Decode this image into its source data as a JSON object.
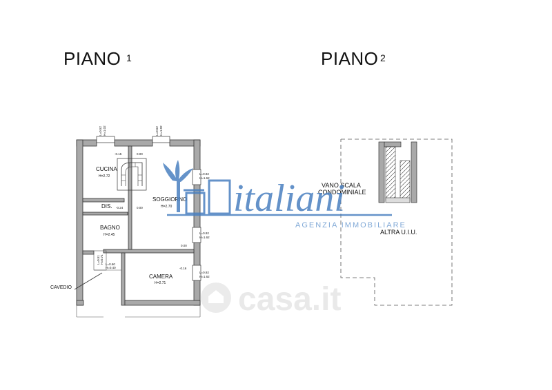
{
  "floor_1": {
    "title": "PIANO",
    "number": "1"
  },
  "floor_2": {
    "title": "PIANO",
    "number": "2"
  },
  "rooms": {
    "cucina": {
      "name": "CUCINA",
      "height": "H=2.72"
    },
    "soggiorno": {
      "name": "SOGGIORNO",
      "height": "H=2.70"
    },
    "dis": {
      "name": "DIS."
    },
    "bagno": {
      "name": "BAGNO",
      "height": "H=2.45"
    },
    "camera": {
      "name": "CAMERA",
      "height": "H=2.71"
    },
    "cavedio": {
      "name": "CAVEDIO"
    }
  },
  "levels": {
    "cucina": "-0.15",
    "stair": "0.00",
    "dis": "-0.24",
    "soggiorno": "0.00",
    "soggiorno_low": "0.00",
    "camera": "-0.16"
  },
  "windows": {
    "top_left": [
      "L=0.52",
      "H=1.02"
    ],
    "top_right": [
      "L=0.52",
      "H=1.02"
    ],
    "soggiorno": [
      "L=0.92",
      "H=1.62"
    ],
    "right_mid": [
      "L=0.92",
      "H=1.62"
    ],
    "camera": [
      "L=0.92",
      "H=1.62"
    ],
    "cavedio_a": [
      "L=0.60",
      "H=0.40"
    ],
    "cavedio_b": [
      "L=0.51",
      "H=0.71"
    ]
  },
  "floor_2_labels": {
    "vano_line1": "VANO SCALA",
    "vano_line2": "CONDOMINIALE",
    "altra": "ALTRA U.I.U."
  },
  "watermark": {
    "brand": "italiani",
    "tagline": "AGENZIA IMMOBILIARE",
    "site": "casa.it"
  },
  "colors": {
    "wall": "#a9a9a9",
    "wall_stroke": "#333333",
    "watermark_blue": "#4a80c0",
    "casa_grey": "#e2e2e2"
  }
}
